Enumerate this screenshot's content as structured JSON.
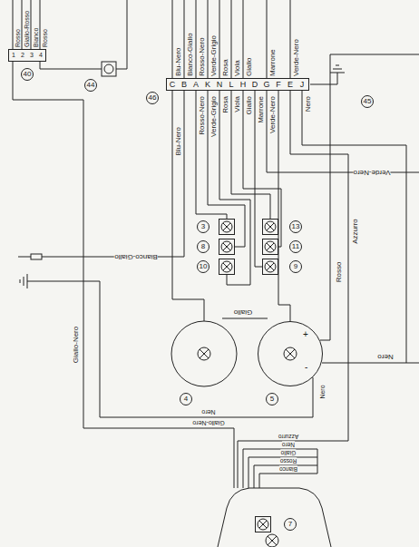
{
  "diagram": {
    "nodes": [
      {
        "text": [
          "C",
          "B",
          "A",
          "K",
          "N",
          "L",
          "H",
          "D",
          "G",
          "F",
          "E",
          "J"
        ]
      },
      {
        "text": [
          "1",
          "2",
          "3",
          "4"
        ]
      },
      {
        "text": [
          "+",
          "-"
        ]
      }
    ],
    "edges": [
      {
        "from": 0,
        "to": 2,
        "arrow": "none"
      }
    ],
    "labels": [
      "Rosso",
      "Giallo-Rosso",
      "Bianco",
      "Rosso",
      "40",
      "44",
      "46",
      "45",
      "Blu-Nero",
      "Bianco-Giallo",
      "Rosso-Nero",
      "Verde-Grigio",
      "Rosa",
      "Viola",
      "Giallo",
      "Marrone",
      "Verde-Nero",
      "Blu-Nero",
      "Rosso-Nero",
      "Verde-Grigio",
      "Rosa",
      "Viola",
      "Giallo",
      "Marrone",
      "Verde-Nero",
      "Nero",
      "Verde-Nero",
      "Azzurro",
      "Rosso",
      "Bianco-Giallo",
      "3",
      "8",
      "10",
      "13",
      "11",
      "9",
      "Giallo-Nero",
      "Giallo",
      "Nero",
      "Nero",
      "Nero",
      "Giallo-Nero",
      "4",
      "5",
      "Azzurro",
      "Nero",
      "Giallo",
      "Rosso",
      "Bianco",
      "7"
    ]
  }
}
